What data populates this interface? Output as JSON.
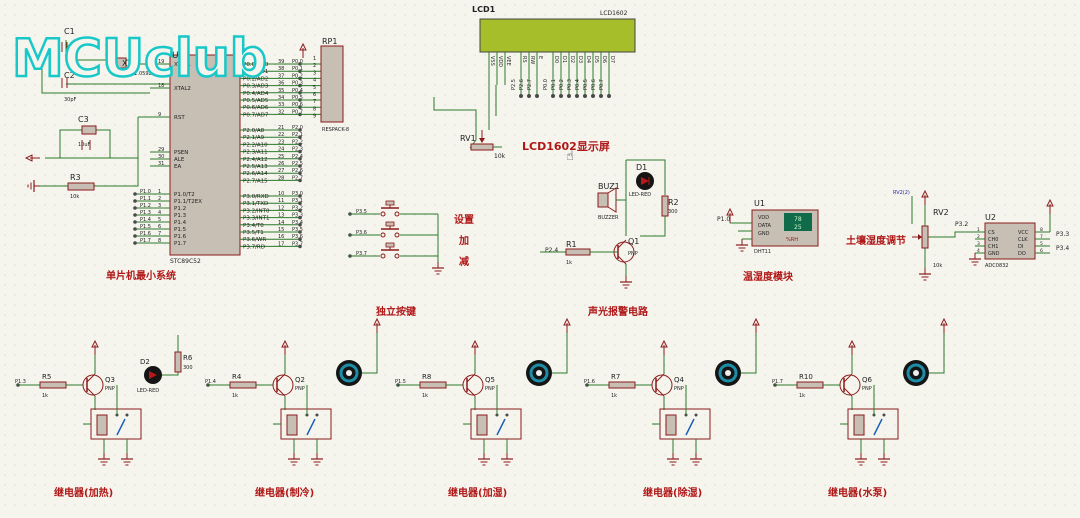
{
  "watermark": "MCUclub",
  "section_labels": {
    "mcu": "单片机最小系统",
    "keys": "独立按键",
    "alarm": "声光报警电路",
    "dht": "温湿度模块",
    "soil": "土壤湿度调节",
    "lcd_title": "LCD1602显示屏",
    "key_set": "设置",
    "key_add": "加",
    "key_sub": "减",
    "relay_heat": "继电器(加热)",
    "relay_cool": "继电器(制冷)",
    "relay_humid": "继电器(加湿)",
    "relay_dehumid": "继电器(除湿)",
    "relay_pump": "继电器(水泵)"
  },
  "lcd": {
    "ref": "LCD1",
    "model": "LCD1602",
    "pins": [
      "VSS",
      "VDD",
      "VEE",
      "RS",
      "RW",
      "E",
      "D0",
      "D1",
      "D2",
      "D3",
      "D4",
      "D5",
      "D6",
      "D7"
    ],
    "nets": [
      "P2.5",
      "P2.6",
      "P2.7",
      "P0.0",
      "P0.1",
      "P0.2",
      "P0.3",
      "P0.4",
      "P0.5",
      "P0.6",
      "P0.7"
    ]
  },
  "mcu": {
    "ref": "U3",
    "model": "STC89C52",
    "left_pins": [
      {
        "num": "19",
        "name": "XTAL1"
      },
      {
        "num": "18",
        "name": "XTAL2"
      },
      {
        "num": "9",
        "name": "RST"
      },
      {
        "num": "29",
        "name": "PSEN"
      },
      {
        "num": "30",
        "name": "ALE"
      },
      {
        "num": "31",
        "name": "EA"
      },
      {
        "num": "1",
        "name": "P1.0/T2"
      },
      {
        "num": "2",
        "name": "P1.1/T2EX"
      },
      {
        "num": "3",
        "name": "P1.2"
      },
      {
        "num": "4",
        "name": "P1.3"
      },
      {
        "num": "5",
        "name": "P1.4"
      },
      {
        "num": "6",
        "name": "P1.5"
      },
      {
        "num": "7",
        "name": "P1.6"
      },
      {
        "num": "8",
        "name": "P1.7"
      }
    ],
    "left_nets": [
      "P1.0",
      "P1.1",
      "P1.2",
      "P1.3",
      "P1.4",
      "P1.5",
      "P1.6",
      "P1.7"
    ],
    "right_pins": [
      {
        "num": "39",
        "name": "P0.0/AD0"
      },
      {
        "num": "38",
        "name": "P0.1/AD1"
      },
      {
        "num": "37",
        "name": "P0.2/AD2"
      },
      {
        "num": "36",
        "name": "P0.3/AD3"
      },
      {
        "num": "35",
        "name": "P0.4/AD4"
      },
      {
        "num": "34",
        "name": "P0.5/AD5"
      },
      {
        "num": "33",
        "name": "P0.6/AD6"
      },
      {
        "num": "32",
        "name": "P0.7/AD7"
      },
      {
        "num": "21",
        "name": "P2.0/A8"
      },
      {
        "num": "22",
        "name": "P2.1/A9"
      },
      {
        "num": "23",
        "name": "P2.2/A10"
      },
      {
        "num": "24",
        "name": "P2.3/A11"
      },
      {
        "num": "25",
        "name": "P2.4/A12"
      },
      {
        "num": "26",
        "name": "P2.5/A13"
      },
      {
        "num": "27",
        "name": "P2.6/A14"
      },
      {
        "num": "28",
        "name": "P2.7/A15"
      },
      {
        "num": "10",
        "name": "P3.0/RXD"
      },
      {
        "num": "11",
        "name": "P3.1/TXD"
      },
      {
        "num": "12",
        "name": "P3.2/INT0"
      },
      {
        "num": "13",
        "name": "P3.3/INT1"
      },
      {
        "num": "14",
        "name": "P3.4/T0"
      },
      {
        "num": "15",
        "name": "P3.5/T1"
      },
      {
        "num": "16",
        "name": "P3.6/WR"
      },
      {
        "num": "17",
        "name": "P3.7/RD"
      }
    ],
    "right_nets": [
      "P0.0",
      "P0.1",
      "P0.2",
      "P0.3",
      "P0.4",
      "P0.5",
      "P0.6",
      "P0.7",
      "P2.0",
      "P2.1",
      "P2.2",
      "P2.3",
      "P2.4",
      "P2.5",
      "P2.6",
      "P2.7",
      "P3.0",
      "P3.1",
      "P3.2",
      "P3.3",
      "P3.4",
      "P3.5",
      "P3.6",
      "P3.7"
    ]
  },
  "rp1": {
    "ref": "RP1",
    "model": "RESPACK-8",
    "pins": [
      "1",
      "2",
      "3",
      "4",
      "5",
      "6",
      "7",
      "8",
      "9"
    ]
  },
  "crystal": {
    "c1": "C1",
    "c2": "C2",
    "c2_val": "30pF",
    "x1": "X1",
    "freq": "11.0592MHz"
  },
  "reset": {
    "c3": "C3",
    "c3_val": "10uF",
    "r3": "R3",
    "r3_val": "10k"
  },
  "rv1": {
    "ref": "RV1",
    "val": "10k"
  },
  "keys": {
    "nets": [
      "P3.5",
      "P3.6",
      "P3.7"
    ]
  },
  "alarm": {
    "d1": "D1",
    "d1_model": "LED-RED",
    "r2": "R2",
    "r2_val": "300",
    "buz": "BUZ1",
    "buz_model": "BUZZER",
    "r1": "R1",
    "r1_val": "1k",
    "q1": "Q1",
    "q1_type": "PNP",
    "net": "P2.4"
  },
  "dht": {
    "ref": "U1",
    "model": "DHT11",
    "net": "P1.0",
    "pins": [
      "VDD",
      "DATA",
      "GND"
    ],
    "readout_top": "78",
    "readout_bottom": "25",
    "readout_unit": "%RH"
  },
  "soil": {
    "rv2": "RV2",
    "rv2_val": "10k",
    "probe": "RV2(2)"
  },
  "adc": {
    "ref": "U2",
    "model": "ADC0832",
    "left_pins": [
      "CS",
      "CH0",
      "CH1",
      "GND"
    ],
    "right_pins": [
      "VCC",
      "CLK",
      "DI",
      "DO"
    ],
    "nums_left": [
      "1",
      "2",
      "3",
      "4"
    ],
    "nums_right": [
      "8",
      "7",
      "5",
      "6"
    ],
    "net_in": "P3.2",
    "nets_out": [
      "P3.3",
      "P3.4"
    ]
  },
  "relays": [
    {
      "net": "P1.3",
      "r": "R5",
      "r_val": "1k",
      "q": "Q3",
      "q_type": "PNP",
      "led": "D2",
      "led_model": "LED-RED",
      "rled": "R6",
      "rled_val": "300",
      "has_fan": false
    },
    {
      "net": "P1.4",
      "r": "R4",
      "r_val": "1k",
      "q": "Q2",
      "q_type": "PNP",
      "has_fan": true
    },
    {
      "net": "P1.5",
      "r": "R8",
      "r_val": "1k",
      "q": "Q5",
      "q_type": "PNP",
      "has_fan": true
    },
    {
      "net": "P1.6",
      "r": "R7",
      "r_val": "1k",
      "q": "Q4",
      "q_type": "PNP",
      "has_fan": true
    },
    {
      "net": "P1.7",
      "r": "R10",
      "r_val": "1k",
      "q": "Q6",
      "q_type": "PNP",
      "has_fan": true
    }
  ],
  "colors": {
    "wire": "#2a7a2a",
    "component": "#8b1a1a",
    "body": "#c8bfb4",
    "label": "#8b1a1a",
    "lcd": "#a6be2a",
    "watermark": "#18c8c8",
    "dht_screen": "#0f6b4a"
  }
}
